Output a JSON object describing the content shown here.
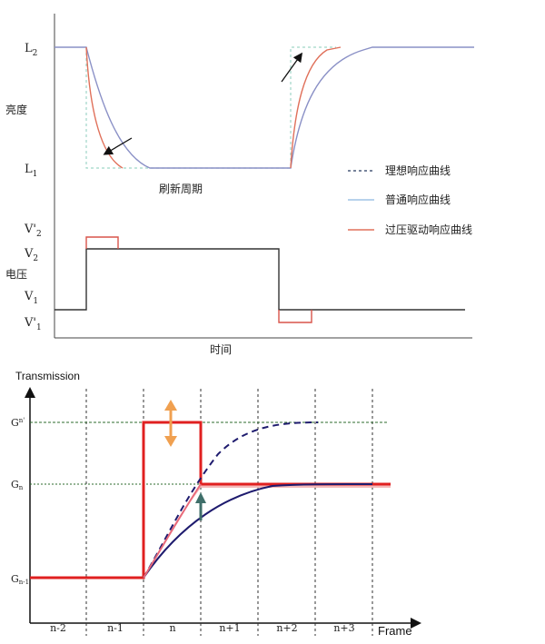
{
  "top_diagram": {
    "y_axis_label": "亮度",
    "voltage_label": "电压",
    "x_axis_label": "时间",
    "refresh_period_label": "刷新周期",
    "level_labels": {
      "l2": "L",
      "l2_sub": "2",
      "l1": "L",
      "l1_sub": "1"
    },
    "voltage_levels": {
      "v2p": "V'",
      "v2p_sub": "2",
      "v2": "V",
      "v2_sub": "2",
      "v1": "V",
      "v1_sub": "1",
      "v1p": "V'",
      "v1p_sub": "1"
    },
    "legend": [
      {
        "label": "理想响应曲线",
        "style": "dashed",
        "color": "#4a5a7a"
      },
      {
        "label": "普通响应曲线",
        "style": "solid",
        "color": "#9fc3e6"
      },
      {
        "label": "过压驱动响应曲线",
        "style": "solid",
        "color": "#e0705a"
      }
    ]
  },
  "bottom_diagram": {
    "y_axis_label": "Transmission",
    "x_axis_label": "Frame",
    "g_levels": {
      "gn_prime": "G",
      "gn_prime_sub": "n'",
      "gn": "G",
      "gn_sub": "n",
      "gn1": "G",
      "gn1_sub": "n-1"
    },
    "frames": [
      "n-2",
      "n-1",
      "n",
      "n+1",
      "n+2",
      "n+3"
    ],
    "colors": {
      "overdrive": "#e02020",
      "response": "#1e1b6e",
      "gridline": "#2e6b2e",
      "up_down_arrow": "#f0a050",
      "up_arrow": "#3f6f6a"
    }
  }
}
